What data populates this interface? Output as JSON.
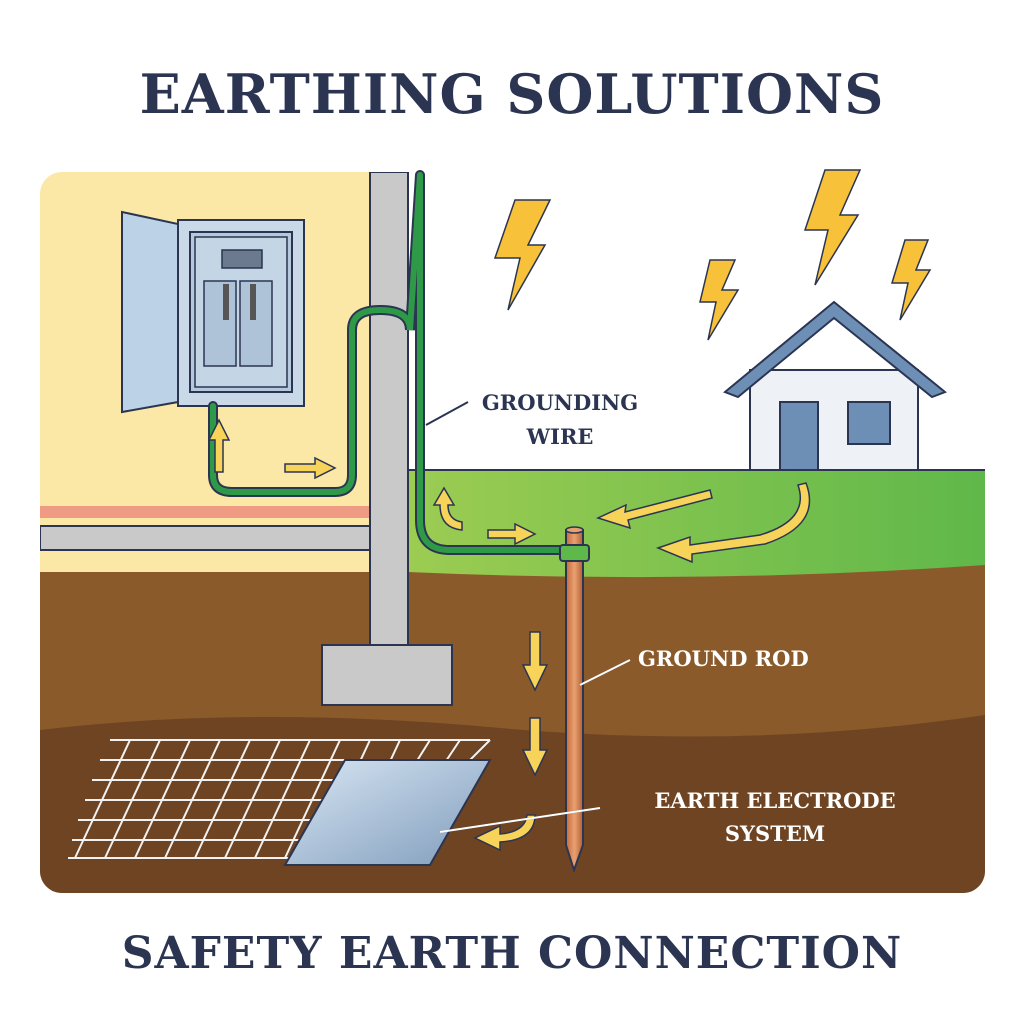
{
  "title": "EARTHING SOLUTIONS",
  "subtitle": "SAFETY EARTH CONNECTION",
  "labels": {
    "grounding_wire_1": "GROUNDING",
    "grounding_wire_2": "WIRE",
    "ground_rod": "GROUND ROD",
    "electrode_1": "EARTH ELECTRODE",
    "electrode_2": "SYSTEM"
  },
  "colors": {
    "wall": "#fbe7a6",
    "grass": "#8cc34a",
    "soil": "#8b5a2b",
    "soil_deep": "#6e4423",
    "wire": "#2e9a48",
    "bolt": "#f7c23a",
    "ink": "#2b3552"
  }
}
